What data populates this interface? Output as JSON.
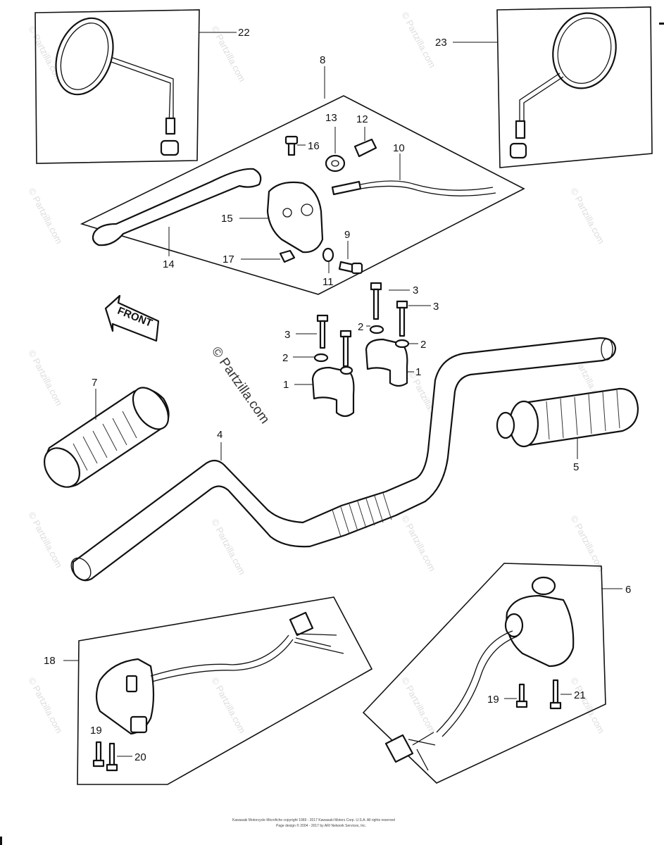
{
  "watermark": {
    "main": "© Partzilla.com",
    "repeat": "© Partzilla.com"
  },
  "front_label": "FRONT",
  "parts": {
    "p1a": "1",
    "p1b": "1",
    "p2a": "2",
    "p2b": "2",
    "p2c": "2",
    "p3a": "3",
    "p3b": "3",
    "p3c": "3",
    "p4": "4",
    "p5": "5",
    "p6": "6",
    "p7": "7",
    "p8": "8",
    "p9": "9",
    "p10": "10",
    "p11": "11",
    "p12": "12",
    "p13": "13",
    "p14": "14",
    "p15": "15",
    "p16": "16",
    "p17": "17",
    "p18": "18",
    "p19a": "19",
    "p19b": "19",
    "p20": "20",
    "p21": "21",
    "p22": "22",
    "p23": "23"
  },
  "footer": {
    "line1": "Kawasaki Motorcycle Microfiche copyright 1969 - 2017   Kawasaki Motors Corp. U.S.A.  All rights reserved",
    "line2": "Page design © 2004 - 2017 by ARI Network Services, Inc."
  }
}
